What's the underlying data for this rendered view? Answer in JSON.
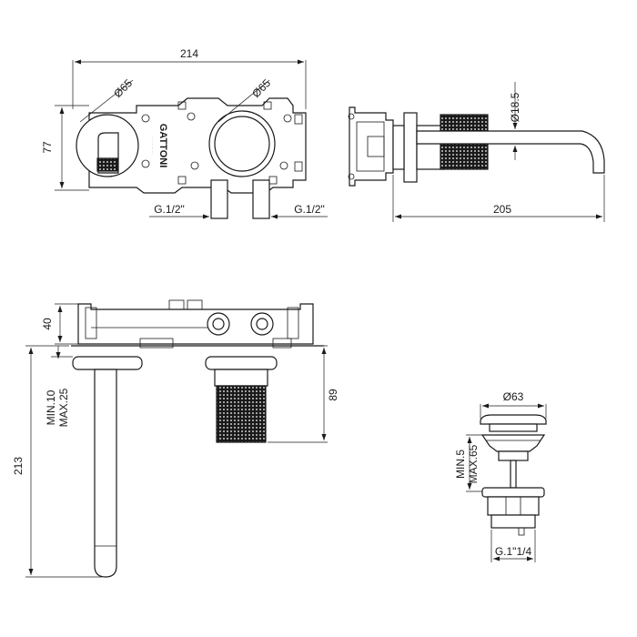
{
  "diagram": {
    "brand": "GATTONI",
    "top_view": {
      "width": "214",
      "height": "77",
      "diameter_left": "Ø65",
      "diameter_right": "Ø65",
      "thread_left": "G.1/2\"",
      "thread_right": "G.1/2\""
    },
    "side_view": {
      "spout_diameter": "Ø18.5",
      "projection": "205"
    },
    "front_view": {
      "box_depth": "40",
      "wall_range_min": "MIN.10",
      "wall_range_max": "MAX.25",
      "total_height": "213",
      "handle_height": "89"
    },
    "drain": {
      "diameter": "Ø63",
      "range_min": "MIN.5",
      "range_max": "MAX.65",
      "thread": "G.1\"1/4"
    }
  }
}
